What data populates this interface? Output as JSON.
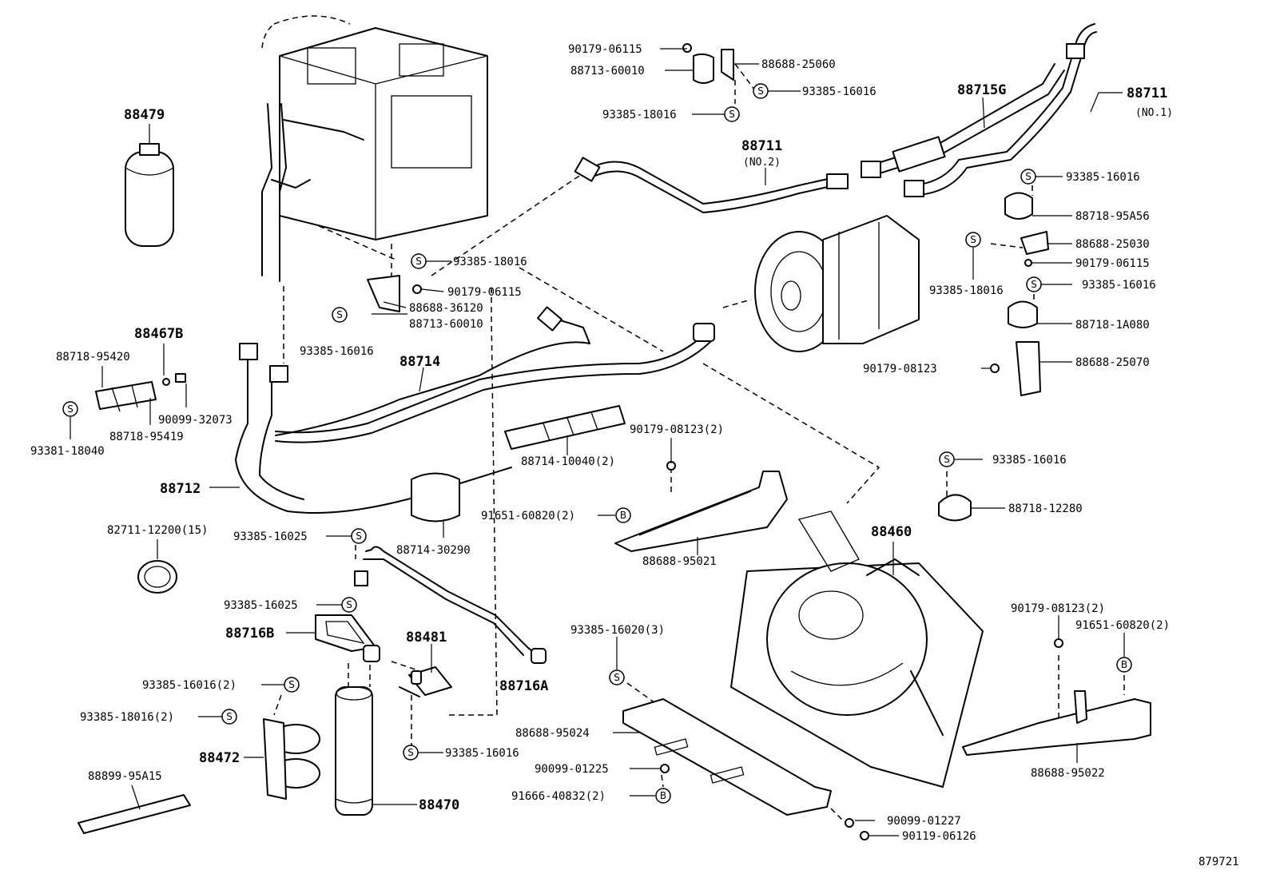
{
  "diagram_id": "879721",
  "symbols": {
    "s": "S",
    "b": "B"
  },
  "parts": {
    "p88479": "88479",
    "p88467b": "88467B",
    "p88718_95420": "88718-95420",
    "p90099_32073": "90099-32073",
    "p88718_95419": "88718-95419",
    "p93381_18040": "93381-18040",
    "p88712": "88712",
    "p82711_12200": "82711-12200(15)",
    "p93385_16025a": "93385-16025",
    "p93385_16025b": "93385-16025",
    "p88716b": "88716B",
    "p93385_16016_2": "93385-16016(2)",
    "p93385_18016_2": "93385-18016(2)",
    "p88472": "88472",
    "p88899_95a15": "88899-95A15",
    "p88470": "88470",
    "p88481": "88481",
    "p93385_16016_d": "93385-16016",
    "p88716a": "88716A",
    "p88714_30290": "88714-30290",
    "p88714": "88714",
    "p93385_16016_c": "93385-16016",
    "p88713_60010_b": "88713-60010",
    "p88688_36120": "88688-36120",
    "p90179_06115_b": "90179-06115",
    "p93385_18016_b": "93385-18016",
    "p90179_06115_a": "90179-06115",
    "p88713_60010_a": "88713-60010",
    "p88688_25060": "88688-25060",
    "p93385_16016_a": "93385-16016",
    "p93385_18016_a": "93385-18016",
    "p88711_no2": "88711",
    "p88711_no2_sub": "(NO.2)",
    "p88715g": "88715G",
    "p88711_no1": "88711",
    "p88711_no1_sub": "(NO.1)",
    "p93385_16016_e": "93385-16016",
    "p88718_95a56": "88718-95A56",
    "p88688_25030": "88688-25030",
    "p90179_06115_c": "90179-06115",
    "p93385_18016_c": "93385-18016",
    "p93385_16016_f": "93385-16016",
    "p88718_1a080": "88718-1A080",
    "p90179_08123_a": "90179-08123",
    "p88688_25070": "88688-25070",
    "p88714_10040": "88714-10040(2)",
    "p90179_08123_2a": "90179-08123(2)",
    "p91651_60820_2a": "91651-60820(2)",
    "p88688_95021": "88688-95021",
    "p93385_16016_g": "93385-16016",
    "p88718_12280": "88718-12280",
    "p88460": "88460",
    "p93385_16020": "93385-16020(3)",
    "p88688_95024": "88688-95024",
    "p90099_01225": "90099-01225",
    "p91666_40832": "91666-40832(2)",
    "p90099_01227": "90099-01227",
    "p90119_06126": "90119-06126",
    "p90179_08123_2b": "90179-08123(2)",
    "p91651_60820_2b": "91651-60820(2)",
    "p88688_95022": "88688-95022"
  }
}
